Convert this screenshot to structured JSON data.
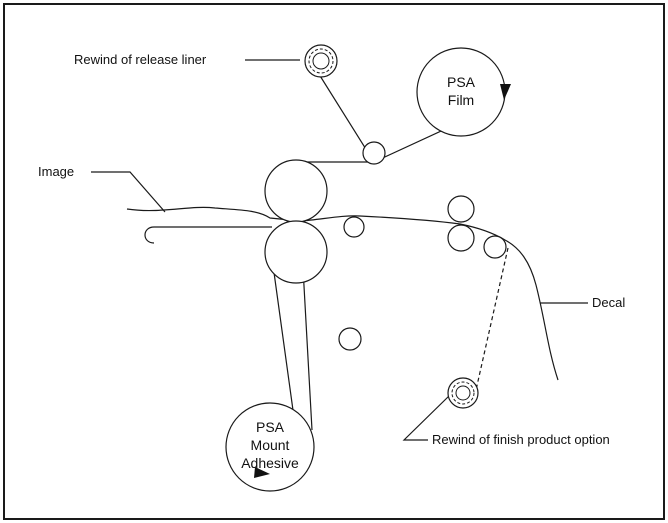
{
  "labels": {
    "rewind_release_liner": "Rewind of release liner",
    "image": "Image",
    "decal": "Decal",
    "rewind_finish_product": "Rewind of finish product option",
    "psa_film_line1": "PSA",
    "psa_film_line2": "Film",
    "psa_mount_line1": "PSA",
    "psa_mount_line2": "Mount",
    "psa_mount_line3": "Adhesive"
  },
  "colors": {
    "line": "#1a1a1a",
    "background": "#ffffff"
  }
}
